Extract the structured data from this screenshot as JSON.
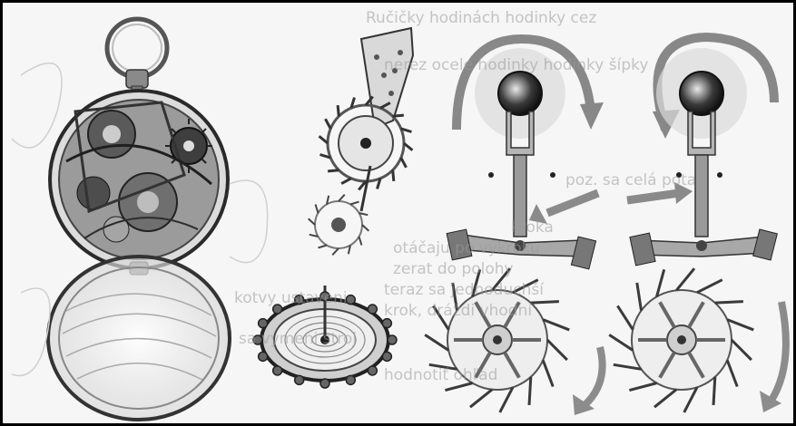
{
  "image": {
    "description_tags": [
      "pocket-watch-icon",
      "balance-wheel-icon",
      "escapement-diagram-icon"
    ],
    "background_text_lines": [
      "Ručičky hodinách hodinky cez",
      "nerez ocele hodinky hodinky šípky",
      "kotvy ustaveni",
      "sa vymeni stroj",
      "poz. sa celá potaz",
      "kroka",
      "otáčaju po výkroku",
      "zerat do polohy",
      "teraz sa jednoduchší",
      "krok, dráždi vhodní",
      "hodnotiť ohľad"
    ],
    "colors": {
      "ink": "#222222",
      "paper": "#f6f6f6",
      "mid": "#8c8c8c",
      "light": "#c8c8c8"
    }
  }
}
